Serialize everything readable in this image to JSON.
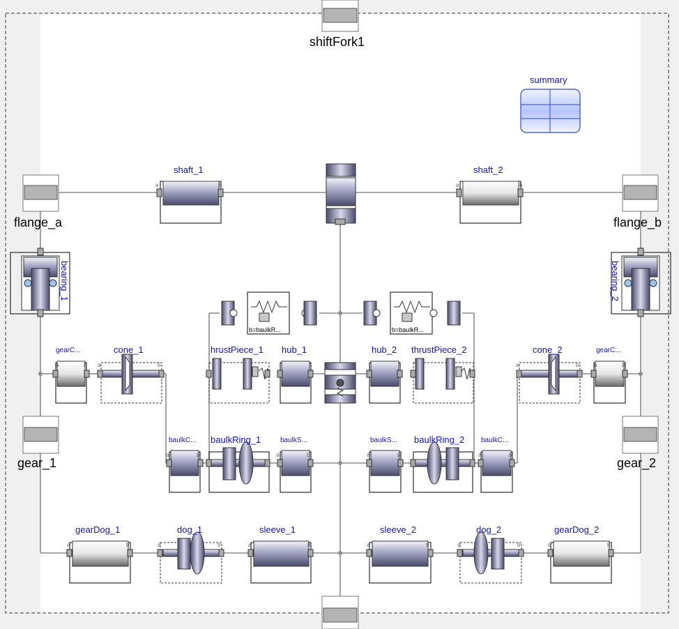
{
  "labels": {
    "shiftFork1": "shiftFork1",
    "summary": "summary",
    "shaft_1": "shaft_1",
    "shaft_2": "shaft_2",
    "flange_a": "flange_a",
    "flange_b": "flange_b",
    "bearing_1": "bearing_1",
    "bearing_2": "bearing_2",
    "gearC_left": "gearC...",
    "gearC_right": "gearC...",
    "cone_1": "cone_1",
    "cone_2": "cone_2",
    "thrustPiece_1": "hrustPiece_1",
    "thrustPiece_2": "thrustPiece_2",
    "hub_1": "hub_1",
    "hub_2": "hub_2",
    "spring_1_param": "b=baulkR...",
    "spring_2_param": "b=baulkR...",
    "gear_1": "gear_1",
    "gear_2": "gear_2",
    "baulkC_left": "baulkC...",
    "baulkC_right": "baulkC...",
    "baulkRing_1": "baulkRing_1",
    "baulkRing_2": "baulkRing_2",
    "baulkS_left": "baulkS...",
    "baulkS_right": "baulkS...",
    "gearDog_1": "gearDog_1",
    "gearDog_2": "gearDog_2",
    "dog_1": "dog_1",
    "dog_2": "dog_2",
    "sleeve_1": "sleeve_1",
    "sleeve_2": "sleeve_2"
  },
  "pins": {
    "a": "a",
    "b": "b"
  },
  "colors": {
    "canvas": "#ffffff",
    "background": "#f0f0f0",
    "wire": "#8c8c8c",
    "label": "#1010d0",
    "component_fill_dark": "#9090b0",
    "summary_fill": "#c8d4ff"
  }
}
